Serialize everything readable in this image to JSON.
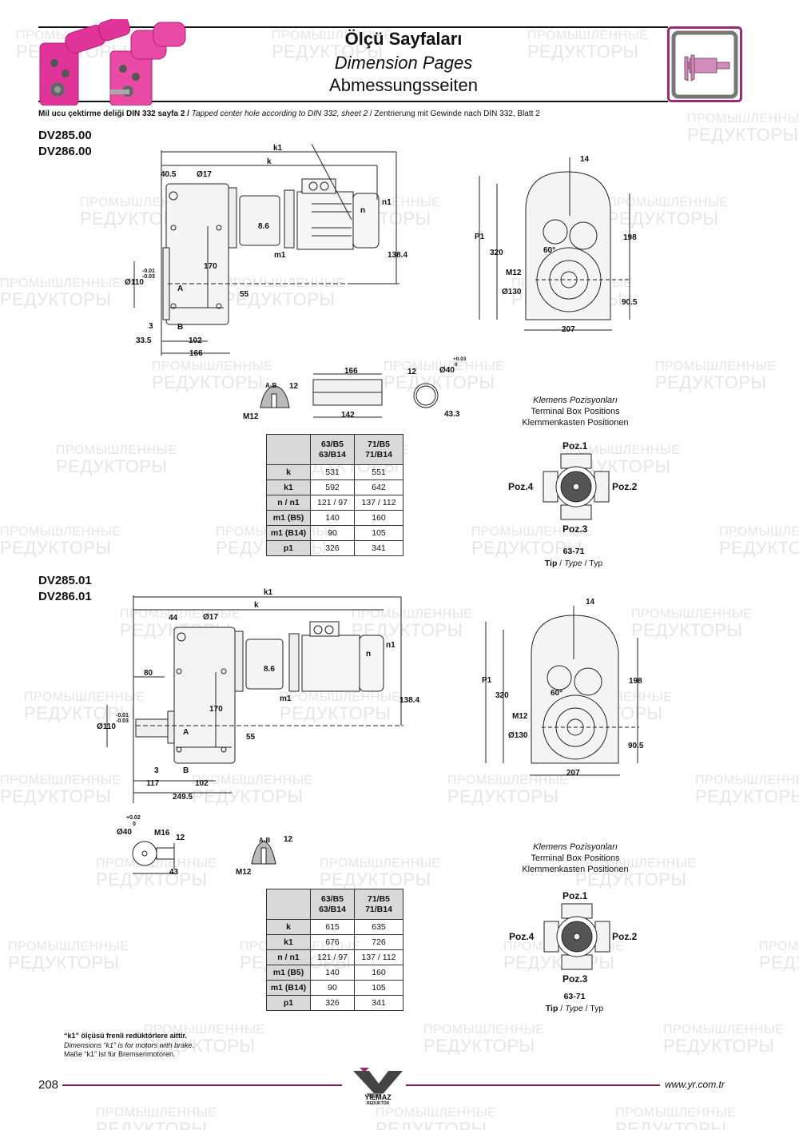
{
  "header": {
    "title_tr": "Ölçü Sayfaları",
    "title_en": "Dimension Pages",
    "title_de": "Abmessungsseiten",
    "note_tr": "Mil ucu çektirme deliği DIN 332 sayfa 2 /",
    "note_en": "Tapped center hole according to DIN 332, sheet 2",
    "note_sep": " / ",
    "note_de": "Zentrierung mit Gewinde nach DIN 332, Blatt 2",
    "icon": "caliper-icon",
    "accent_color": "#9c2a74"
  },
  "watermark": {
    "line1": "ПРОМЫШЛЕННЫЕ",
    "line2": "РЕДУКТОРЫ"
  },
  "section1": {
    "models": [
      "DV285.00",
      "DV286.00"
    ],
    "side_view_dims": {
      "k1": "k1",
      "k": "k",
      "d40_5": "40.5",
      "d17": "Ø17",
      "n1": "n1",
      "n": "n",
      "d8_6": "8.6",
      "m1": "m1",
      "d138_4": "138.4",
      "d170": "170",
      "tol_upper": "-0.01",
      "tol_lower": "-0.03",
      "d110": "Ø110",
      "a": "A",
      "d55": "55",
      "d3": "3",
      "b": "B",
      "d33_5": "33.5",
      "d102": "102",
      "d166": "166"
    },
    "front_view_dims": {
      "d14": "14",
      "p1": "P1",
      "d320": "320",
      "d198": "198",
      "d60": "60°",
      "m12": "M12",
      "d130": "Ø130",
      "d90_5": "90.5",
      "d207": "207"
    },
    "detail_dims": {
      "ab": "A-B",
      "d12a": "12",
      "m12": "M12",
      "d166": "166",
      "d142": "142",
      "d12b": "12",
      "d40": "Ø40",
      "tol_upper": "+0.03",
      "tol_lower": "0",
      "d43_3": "43.3"
    },
    "table": {
      "columns": [
        "63/B5\n63/B14",
        "71/B5\n71/B14"
      ],
      "col1_l1": "63/B5",
      "col1_l2": "63/B14",
      "col2_l1": "71/B5",
      "col2_l2": "71/B14",
      "rows": [
        {
          "label": "k",
          "v1": "531",
          "v2": "551"
        },
        {
          "label": "k1",
          "v1": "592",
          "v2": "642"
        },
        {
          "label": "n / n1",
          "v1": "121 / 97",
          "v2": "137 / 112"
        },
        {
          "label": "m1 (B5)",
          "v1": "140",
          "v2": "160"
        },
        {
          "label": "m1 (B14)",
          "v1": "90",
          "v2": "105"
        },
        {
          "label": "p1",
          "v1": "326",
          "v2": "341"
        }
      ]
    },
    "terminal": {
      "title_tr": "Klemens Pozisyonları",
      "title_en": "Terminal Box Positions",
      "title_de": "Klemmenkasten Positionen",
      "poz1": "Poz.1",
      "poz2": "Poz.2",
      "poz3": "Poz.3",
      "poz4": "Poz.4",
      "type_range": "63-71",
      "tip": "Tip",
      "type": "Type",
      "typ": "Typ",
      "sep": " / "
    }
  },
  "section2": {
    "models": [
      "DV285.01",
      "DV286.01"
    ],
    "side_view_dims": {
      "k1": "k1",
      "k": "k",
      "d44": "44",
      "d17": "Ø17",
      "n1": "n1",
      "n": "n",
      "d8_6": "8.6",
      "m1": "m1",
      "d138_4": "138.4",
      "d80": "80",
      "d170": "170",
      "tol_upper": "-0.01",
      "tol_lower": "-0.03",
      "d110": "Ø110",
      "a": "A",
      "d55": "55",
      "d3": "3",
      "b": "B",
      "d117": "117",
      "d102": "102",
      "d249_5": "249.5"
    },
    "front_view_dims": {
      "d14": "14",
      "p1": "P1",
      "d320": "320",
      "d198": "198",
      "d60": "60°",
      "m12": "M12",
      "d130": "Ø130",
      "d90_5": "90.5",
      "d207": "207"
    },
    "detail_dims": {
      "tol_upper": "+0.02",
      "tol_lower": "0",
      "d40": "Ø40",
      "m16": "M16",
      "d12a": "12",
      "d43": "43",
      "ab": "A-B",
      "d12b": "12",
      "m12": "M12"
    },
    "table": {
      "col1_l1": "63/B5",
      "col1_l2": "63/B14",
      "col2_l1": "71/B5",
      "col2_l2": "71/B14",
      "rows": [
        {
          "label": "k",
          "v1": "615",
          "v2": "635"
        },
        {
          "label": "k1",
          "v1": "676",
          "v2": "726"
        },
        {
          "label": "n / n1",
          "v1": "121 / 97",
          "v2": "137 / 112"
        },
        {
          "label": "m1 (B5)",
          "v1": "140",
          "v2": "160"
        },
        {
          "label": "m1 (B14)",
          "v1": "90",
          "v2": "105"
        },
        {
          "label": "p1",
          "v1": "326",
          "v2": "341"
        }
      ]
    },
    "terminal": {
      "title_tr": "Klemens Pozisyonları",
      "title_en": "Terminal Box Positions",
      "title_de": "Klemmenkasten Positionen",
      "poz1": "Poz.1",
      "poz2": "Poz.2",
      "poz3": "Poz.3",
      "poz4": "Poz.4",
      "type_range": "63-71",
      "tip": "Tip",
      "type": "Type",
      "typ": "Typ",
      "sep": " / "
    }
  },
  "footnote": {
    "tr": "“k1” ölçüsü frenli redüktörlere aittir.",
    "en": "Dimensions “k1” is for motors with brake.",
    "de": "Maße “k1” ist für Bremsenmotoren."
  },
  "footer": {
    "page_number": "208",
    "brand": "YILMAZ",
    "brand_sub": "REDÜKTÖR",
    "url": "www.yr.com.tr"
  }
}
